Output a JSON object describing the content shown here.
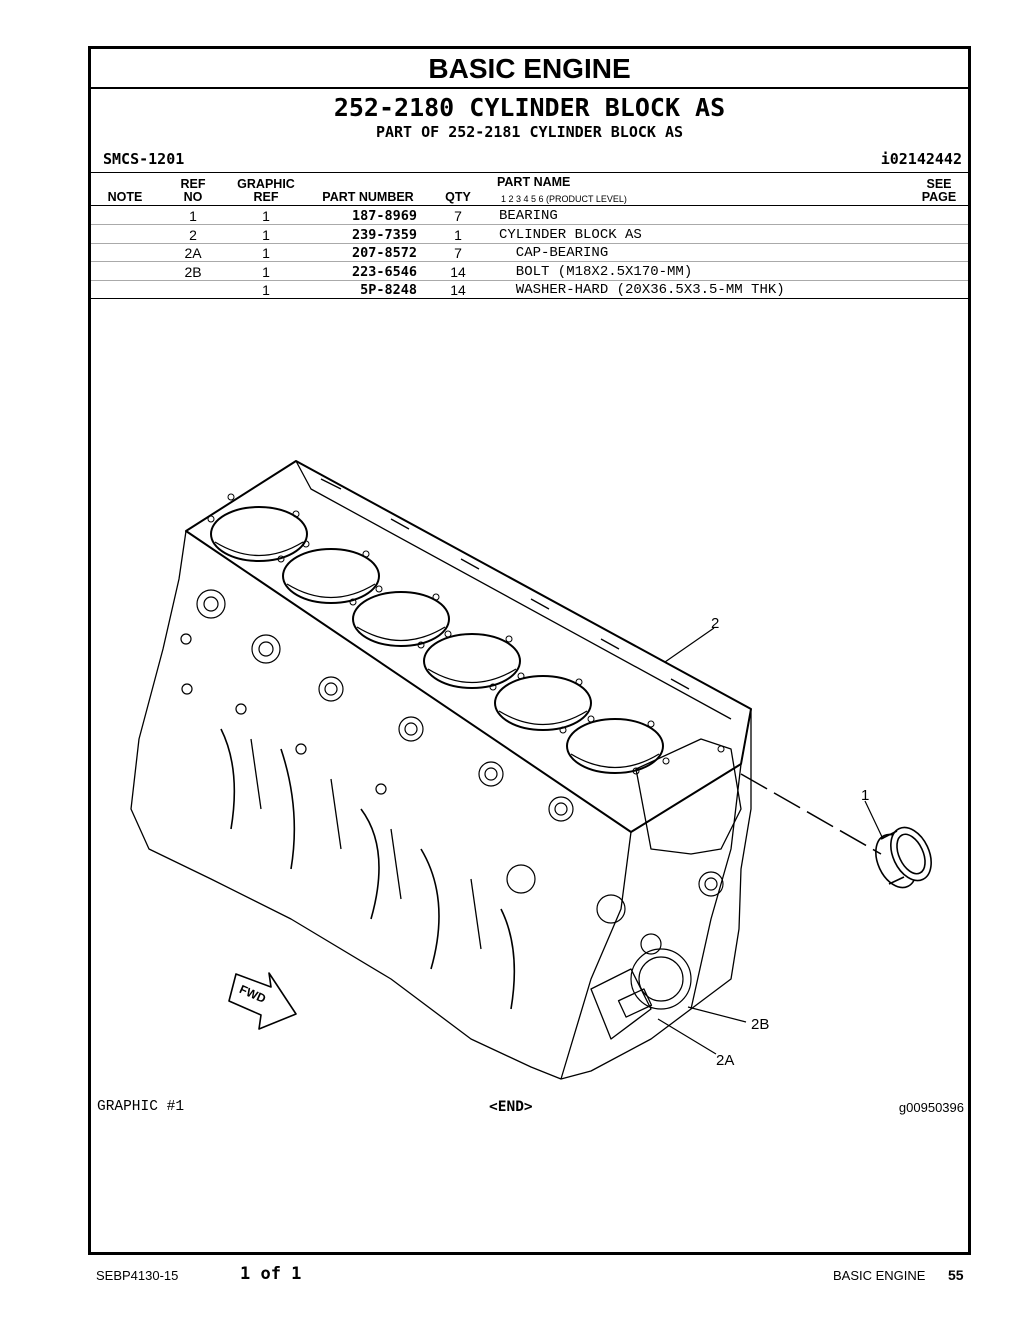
{
  "header": {
    "section_title": "BASIC ENGINE",
    "group_title": "252-2180 CYLINDER BLOCK AS",
    "part_of": "PART OF 252-2181 CYLINDER BLOCK AS",
    "smcs": "SMCS-1201",
    "info_ref": "i02142442"
  },
  "table": {
    "headers": {
      "note": "NOTE",
      "ref_no_1": "REF",
      "ref_no_2": "NO",
      "graphic_ref_1": "GRAPHIC",
      "graphic_ref_2": "REF",
      "part_number": "PART NUMBER",
      "qty": "QTY",
      "part_name": "PART NAME",
      "product_levels": "1   2   3   4   5   6   (PRODUCT LEVEL)",
      "see_page_1": "SEE",
      "see_page_2": "PAGE"
    },
    "rows": [
      {
        "note": "",
        "ref_no": "1",
        "graphic_ref": "1",
        "part_number": "187-8969",
        "qty": "7",
        "part_name": "BEARING"
      },
      {
        "note": "",
        "ref_no": "2",
        "graphic_ref": "1",
        "part_number": "239-7359",
        "qty": "1",
        "part_name": "CYLINDER BLOCK AS"
      },
      {
        "note": "",
        "ref_no": "2A",
        "graphic_ref": "1",
        "part_number": "207-8572",
        "qty": "7",
        "part_name": "  CAP-BEARING"
      },
      {
        "note": "",
        "ref_no": "2B",
        "graphic_ref": "1",
        "part_number": "223-6546",
        "qty": "14",
        "part_name": "  BOLT (M18X2.5X170-MM)"
      },
      {
        "note": "",
        "ref_no": "",
        "graphic_ref": "1",
        "part_number": "5P-8248",
        "qty": "14",
        "part_name": "  WASHER-HARD (20X36.5X3.5-MM THK)"
      }
    ]
  },
  "graphic": {
    "callouts": [
      "2",
      "1",
      "2B",
      "2A"
    ],
    "fwd_label": "FWD",
    "caption_left": "GRAPHIC #1",
    "caption_center": "<END>",
    "caption_right": "g00950396"
  },
  "footer": {
    "doc_number": "SEBP4130-15",
    "page_count": "1 of 1",
    "section": "BASIC ENGINE",
    "page_number": "55"
  }
}
